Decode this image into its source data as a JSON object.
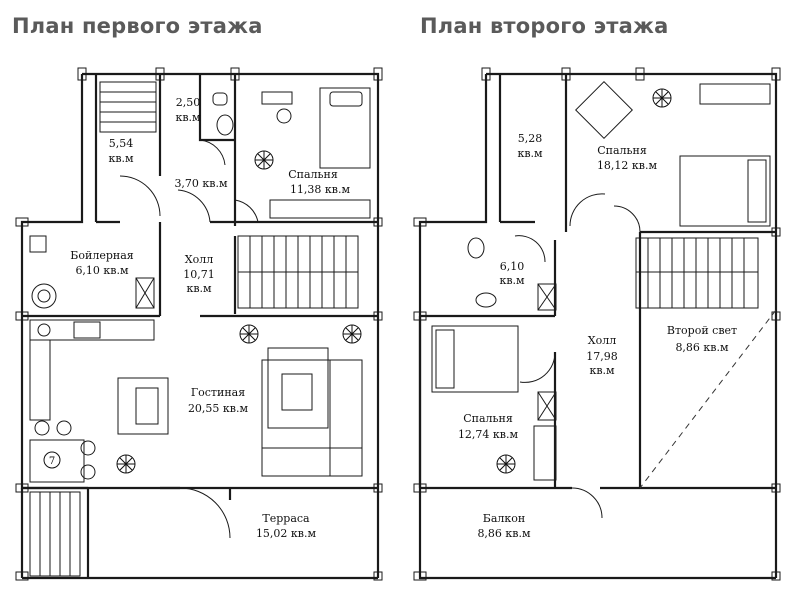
{
  "titles": {
    "first": "План первого этажа",
    "second": "План второго этажа"
  },
  "first_floor": {
    "room_small_left": {
      "area": "5,54",
      "unit": "кв.м"
    },
    "room_wc": {
      "area": "2,50",
      "unit": "кв.м"
    },
    "room_hall_small": {
      "area": "3,70 кв.м"
    },
    "bedroom": {
      "name": "Спальня",
      "area": "11,38 кв.м"
    },
    "boiler": {
      "name": "Бойлерная",
      "area": "6,10 кв.м"
    },
    "hall": {
      "name": "Холл",
      "area": "10,71",
      "unit": "кв.м"
    },
    "living": {
      "name": "Гостиная",
      "area": "20,55 кв.м"
    },
    "terrace": {
      "name": "Терраса",
      "area": "15,02 кв.м"
    },
    "marker": "7"
  },
  "second_floor": {
    "room_small": {
      "area": "5,28",
      "unit": "кв.м"
    },
    "bedroom_top": {
      "name": "Спальня",
      "area": "18,12 кв.м"
    },
    "bath": {
      "area": "6,10",
      "unit": "кв.м"
    },
    "hall": {
      "name": "Холл",
      "area": "17,98",
      "unit": "кв.м"
    },
    "second_light": {
      "name": "Второй свет",
      "area": "8,86 кв.м"
    },
    "bedroom_bottom": {
      "name": "Спальня",
      "area": "12,74 кв.м"
    },
    "balcony": {
      "name": "Балкон",
      "area": "8,86 кв.м"
    }
  }
}
